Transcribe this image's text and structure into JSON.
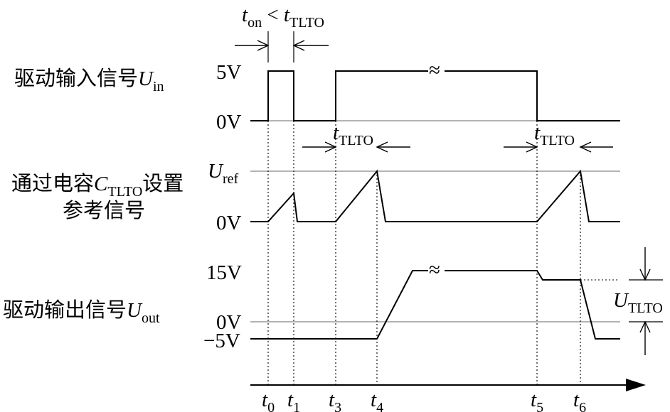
{
  "timing": {
    "ton_var": "t",
    "ton_sub": "on",
    "ton_lt": " < ",
    "ton_t": "t",
    "ton_tsub": "TLTO"
  },
  "signals": {
    "input": {
      "label_cn": "驱动输入信号",
      "label_var": "U",
      "label_sub": "in",
      "level_high": "5V",
      "level_low": "0V"
    },
    "reference": {
      "label_line1_cn": "通过电容",
      "label_var": "C",
      "label_sub": "TLTO",
      "label_line1_tail": "设置",
      "label_line2": "参考信号",
      "level_high_var": "U",
      "level_high_sub": "ref",
      "level_low": "0V"
    },
    "output": {
      "label_cn": "驱动输出信号",
      "label_var": "U",
      "label_sub": "out",
      "level_15": "15V",
      "level_0": "0V",
      "level_m5": "−5V",
      "delta_var": "U",
      "delta_sub": "TLTO"
    }
  },
  "intervals": [
    {
      "var": "t",
      "sub": "TLTO"
    },
    {
      "var": "t",
      "sub": "TLTO"
    }
  ],
  "time_axis": [
    {
      "var": "t",
      "sub": "0"
    },
    {
      "var": "t",
      "sub": "1"
    },
    {
      "var": "t",
      "sub": "3"
    },
    {
      "var": "t",
      "sub": "4"
    },
    {
      "var": "t",
      "sub": "5"
    },
    {
      "var": "t",
      "sub": "6"
    }
  ],
  "break_mark": "≈"
}
